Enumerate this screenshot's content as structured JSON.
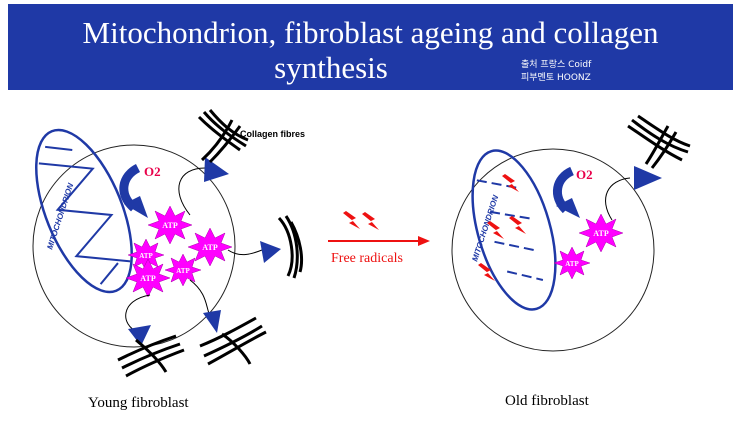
{
  "title": {
    "line1": "Mitochondrion, fibroblast ageing and collagen",
    "line2": "synthesis"
  },
  "source": {
    "line1": "출처 프랑스 Coidf",
    "line2": "피부멘토 HOONZ"
  },
  "labels": {
    "collagen_fibres": "Collagen fibres",
    "o2": "O2",
    "atp": "ATP",
    "mitochondrion": "MITOCHONDRION",
    "free_radicals": "Free radicals",
    "young_fibroblast": "Young fibroblast",
    "old_fibroblast": "Old fibroblast"
  },
  "colors": {
    "title_bar": "#1f39a6",
    "mitochondrion": "#1f39a6",
    "o2_text": "#e8004a",
    "atp_burst": "#ff00ff",
    "free_radicals_arrow": "#ee1111",
    "radical_bolt": "#ee1111",
    "triangle": "#1f39a6"
  }
}
